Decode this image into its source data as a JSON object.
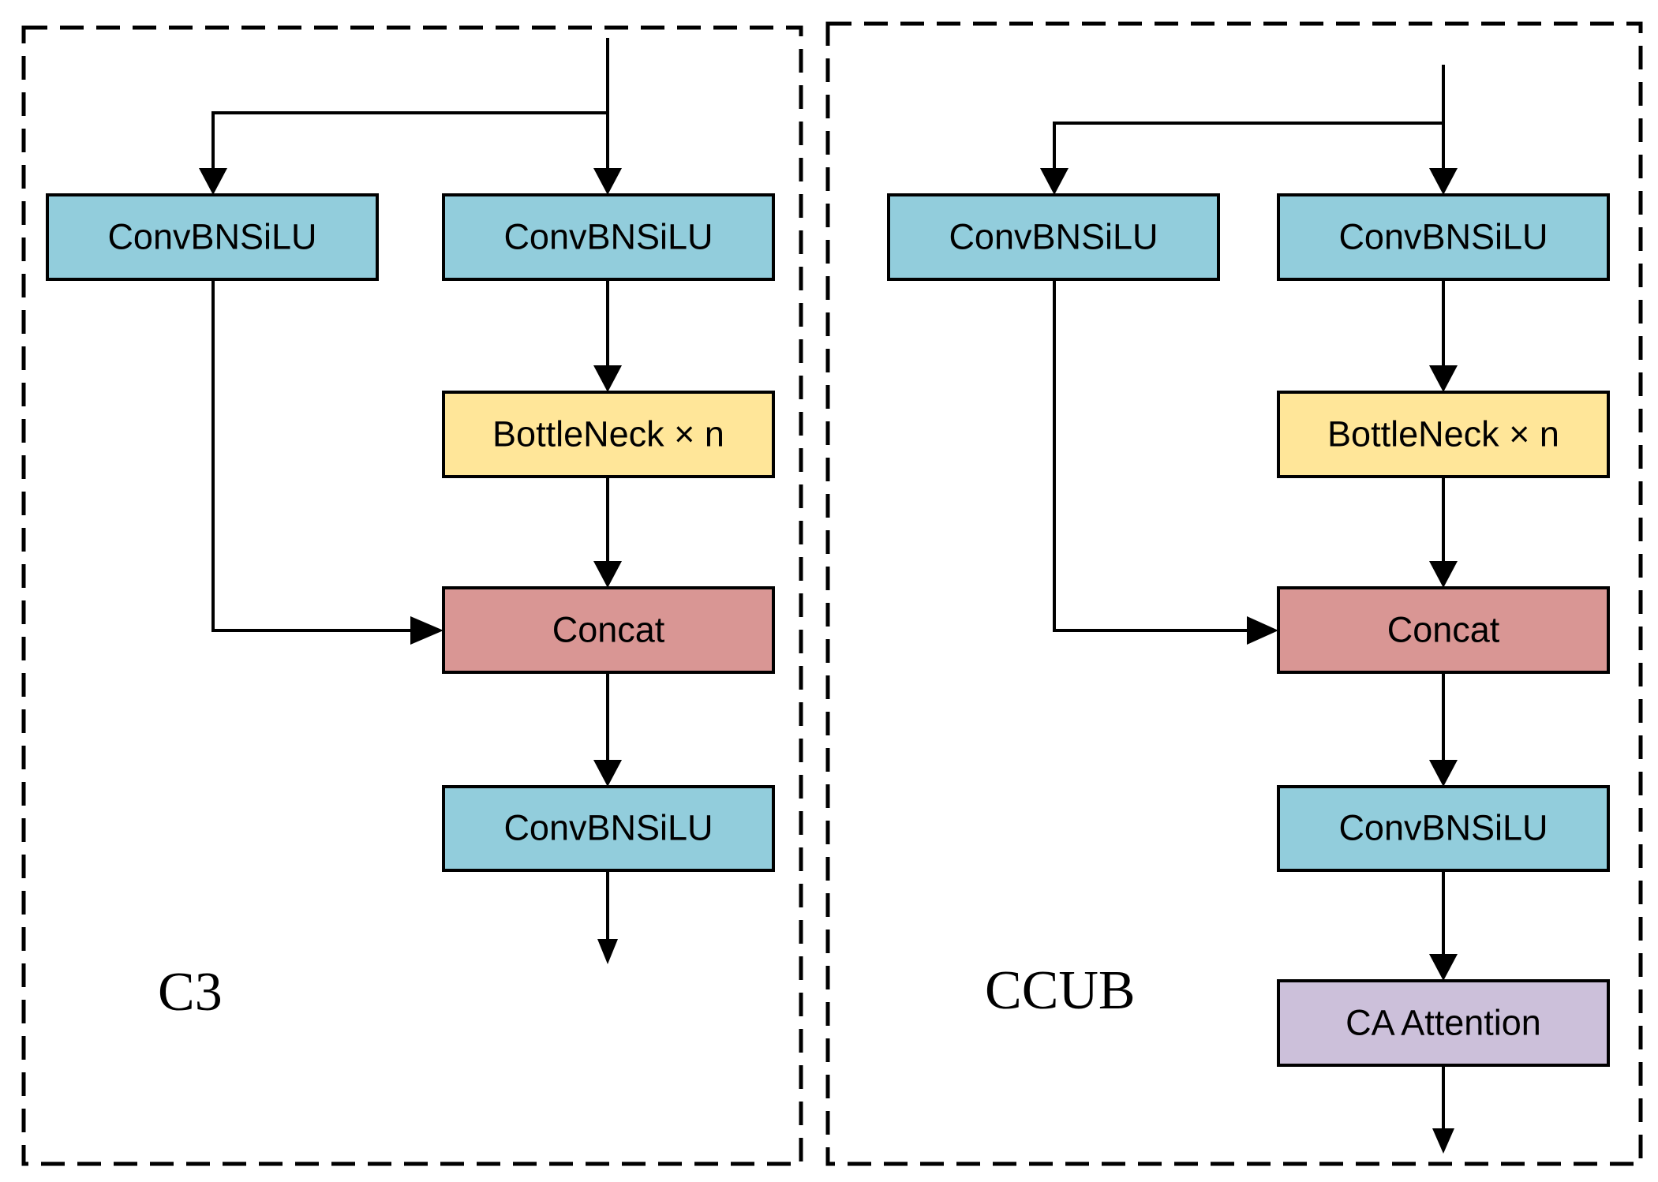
{
  "panels": {
    "c3": {
      "title": "C3",
      "blocks": {
        "conv_left": "ConvBNSiLU",
        "conv_right": "ConvBNSiLU",
        "bottleneck": "BottleNeck × n",
        "concat": "Concat",
        "conv_out": "ConvBNSiLU"
      }
    },
    "ccub": {
      "title": "CCUB",
      "blocks": {
        "conv_left": "ConvBNSiLU",
        "conv_right": "ConvBNSiLU",
        "bottleneck": "BottleNeck × n",
        "concat": "Concat",
        "conv_out": "ConvBNSiLU",
        "attention": "CA Attention"
      }
    }
  },
  "colors": {
    "conv": "#92cddc",
    "bottleneck": "#ffe699",
    "concat": "#d99694",
    "attention": "#ccc0da"
  }
}
